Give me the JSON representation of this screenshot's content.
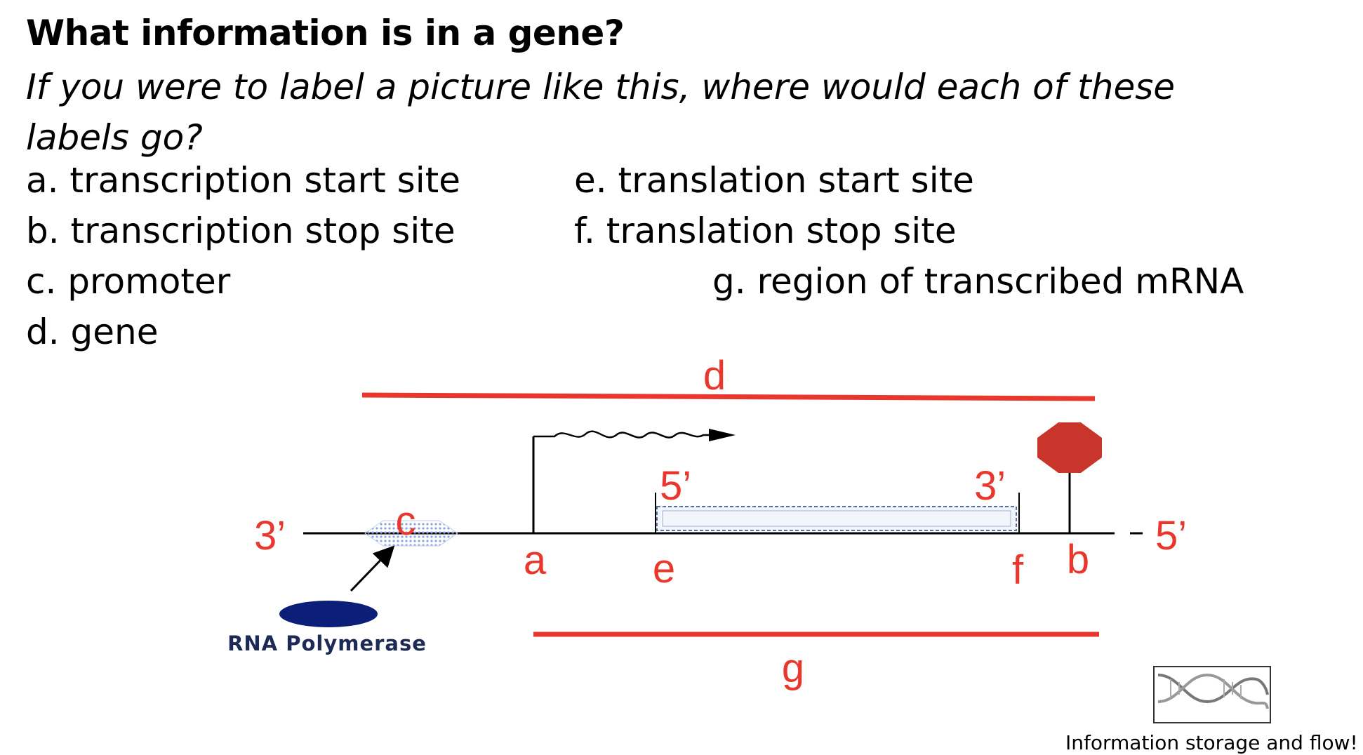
{
  "title": "What information is in a gene?",
  "subtitle": "If you were to label a picture like this, where would each of these labels go?",
  "options": {
    "a": "a. transcription start site",
    "b": "b. transcription stop site",
    "c": "c. promoter",
    "d": "d. gene",
    "e": "e. translation start site",
    "f": "f. translation stop site",
    "g": "g. region of transcribed mRNA"
  },
  "diagram": {
    "strand_left_end": "3’",
    "strand_right_end": "5’",
    "mrna_start_end": "5’",
    "mrna_stop_end": "3’",
    "polymerase_label": "RNA Polymerase",
    "labels": {
      "a": "a",
      "b": "b",
      "c": "c",
      "d": "d",
      "e": "e",
      "f": "f",
      "g": "g"
    },
    "colors": {
      "label_red": "#e8382e",
      "stop_sign": "#c9352b",
      "polymerase": "#0b1f78",
      "promoter_dots": "#8fa3e0",
      "strand": "#000000"
    }
  },
  "footer": {
    "caption": "Information storage and flow!",
    "icon": "dna-helix-icon"
  }
}
